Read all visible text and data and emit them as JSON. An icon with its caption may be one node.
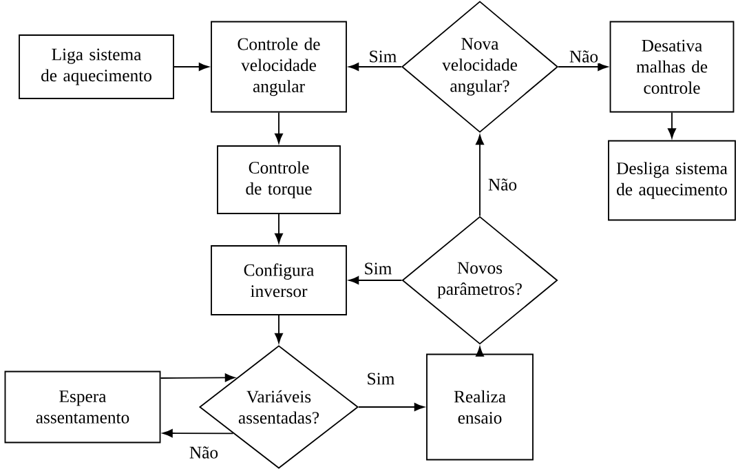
{
  "diagram": {
    "nodes": [
      {
        "text": [
          "Liga sistema de aquecimento"
        ]
      },
      {
        "text": [
          "Controle de velocidade angular"
        ]
      },
      {
        "text": [
          "Nova velocidade angular?"
        ]
      },
      {
        "text": [
          "Desativa malhas de controle"
        ]
      },
      {
        "text": [
          "Desliga sistema de aquecimento"
        ]
      },
      {
        "text": [
          "Controle de torque"
        ]
      },
      {
        "text": [
          "Configura inversor"
        ]
      },
      {
        "text": [
          "Novos parâmetros?"
        ]
      },
      {
        "text": [
          "Variáveis assentadas?"
        ]
      },
      {
        "text": [
          "Espera assentamento"
        ]
      },
      {
        "text": [
          "Realiza ensaio"
        ]
      }
    ],
    "edges": [
      {
        "from": 0,
        "to": 1,
        "arrow": "to"
      },
      {
        "from": 2,
        "to": 1,
        "arrow": "to",
        "label": "Sim"
      },
      {
        "from": 2,
        "to": 3,
        "arrow": "to",
        "label": "Não"
      },
      {
        "from": 3,
        "to": 4,
        "arrow": "to"
      },
      {
        "from": 1,
        "to": 5,
        "arrow": "to"
      },
      {
        "from": 5,
        "to": 6,
        "arrow": "to"
      },
      {
        "from": 7,
        "to": 6,
        "arrow": "to",
        "label": "Sim"
      },
      {
        "from": 7,
        "to": 2,
        "arrow": "to",
        "label": "Não"
      },
      {
        "from": 6,
        "to": 8,
        "arrow": "to"
      },
      {
        "from": 9,
        "to": 8,
        "arrow": "to"
      },
      {
        "from": 8,
        "to": 9,
        "arrow": "to",
        "label": "Não"
      },
      {
        "from": 8,
        "to": 10,
        "arrow": "to",
        "label": "Sim"
      },
      {
        "from": 10,
        "to": 7,
        "arrow": "to"
      }
    ]
  }
}
